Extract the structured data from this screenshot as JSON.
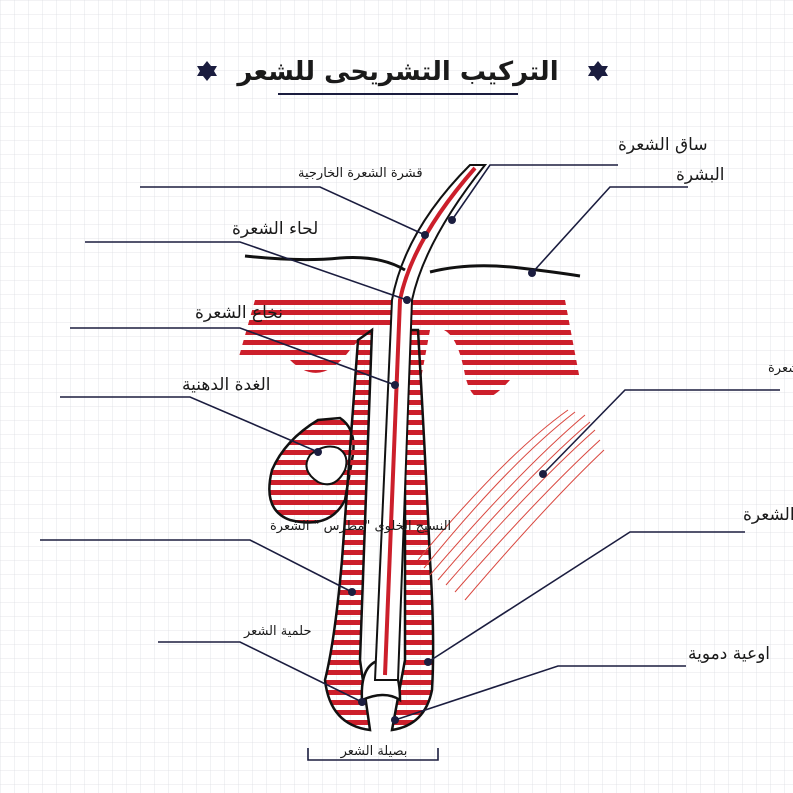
{
  "title": "التركيب التشريحى للشعر",
  "colors": {
    "red": "#cc1f2b",
    "navy": "#1b1d3f",
    "grid": "#dcdde3",
    "muscle": "#d9473f"
  },
  "labels": {
    "hair_shaft": "ساق الشعرة",
    "cuticle": "قشرة الشعرة الخارجية",
    "epidermis": "البشرة",
    "cortex": "لحاء الشعرة",
    "medulla": "نخاع الشعرة",
    "arrector_muscle": "العضلة الموقفه للشعرة",
    "sebaceous_gland": "الغدة الدهنية",
    "follicle": "جريب الشعرة",
    "matrix": "النسيج الخلوى \"مطرس \" الشعرة",
    "papilla": "حلمية الشعر",
    "blood_vessels": "اوعية دموية",
    "bulb": "بصيلة الشعر"
  }
}
